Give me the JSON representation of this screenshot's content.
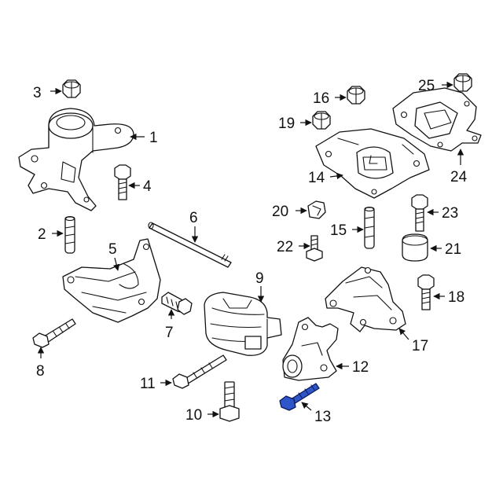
{
  "diagram": {
    "highlight_color": "#2f56c9",
    "callouts": {
      "c1": "1",
      "c2": "2",
      "c3": "3",
      "c4": "4",
      "c5": "5",
      "c6": "6",
      "c7": "7",
      "c8": "8",
      "c9": "9",
      "c10": "10",
      "c11": "11",
      "c12": "12",
      "c13": "13",
      "c14": "14",
      "c15": "15",
      "c16": "16",
      "c17": "17",
      "c18": "18",
      "c19": "19",
      "c20": "20",
      "c21": "21",
      "c22": "22",
      "c23": "23",
      "c24": "24",
      "c25": "25"
    },
    "highlighted_part": "13"
  }
}
